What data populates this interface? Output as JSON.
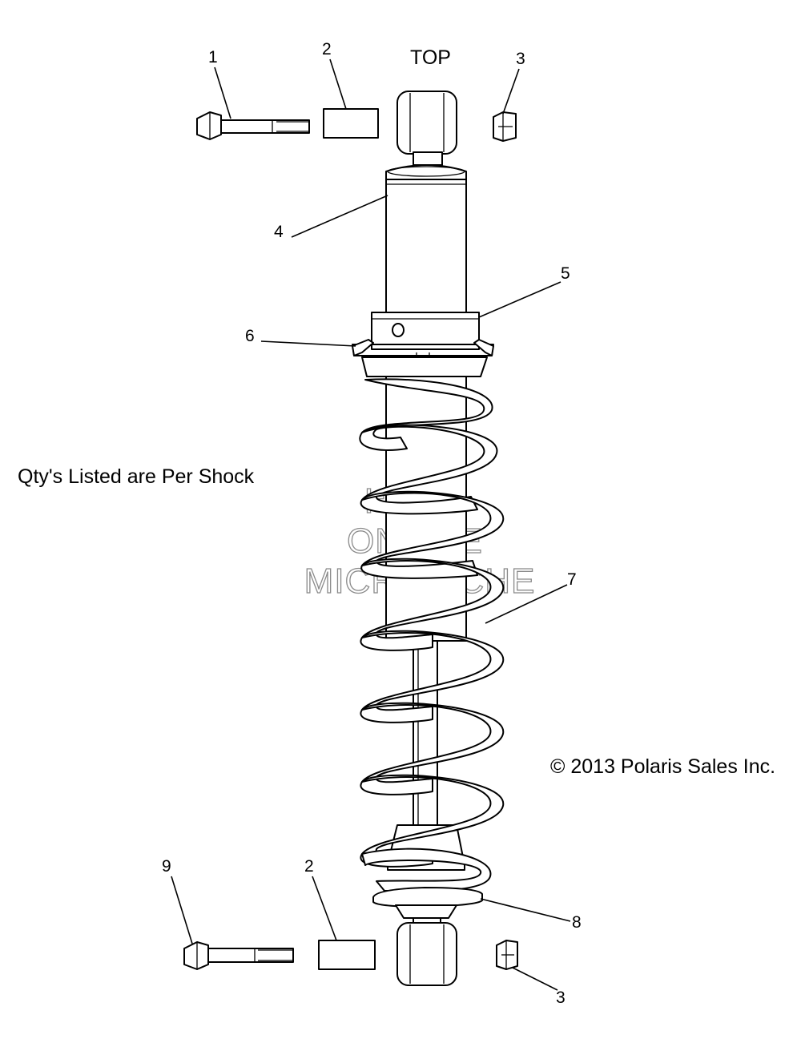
{
  "diagram": {
    "top_label": "TOP",
    "note": "Qty's Listed are Per Shock",
    "copyright": "© 2013 Polaris Sales Inc.",
    "watermark": [
      "HLSM",
      "ONLINE",
      "MICROFICHE"
    ],
    "callouts": [
      "1",
      "2",
      "3",
      "4",
      "5",
      "6",
      "7",
      "8",
      "9",
      "2",
      "3"
    ]
  }
}
